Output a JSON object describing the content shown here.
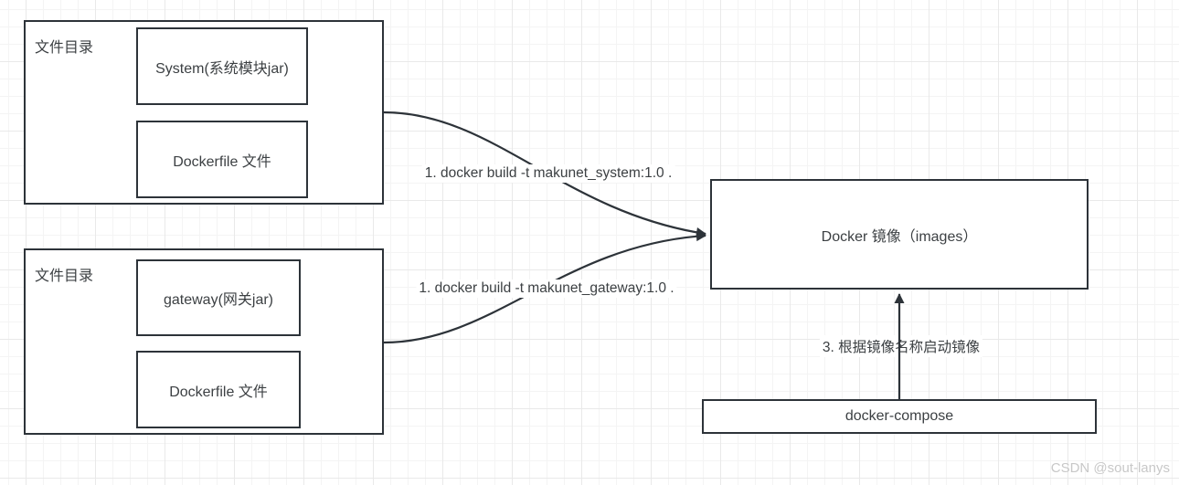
{
  "nodes": {
    "dir_top": {
      "label": "文件目录",
      "module": "System(系统模块jar)",
      "dockerfile": "Dockerfile 文件"
    },
    "dir_bottom": {
      "label": "文件目录",
      "module": "gateway(网关jar)",
      "dockerfile": "Dockerfile 文件"
    },
    "images": {
      "label": "Docker 镜像（images）"
    },
    "compose": {
      "label": "docker-compose"
    }
  },
  "edges": {
    "build_system": {
      "label": "1. docker build -t makunet_system:1.0 ."
    },
    "build_gateway": {
      "label": "1. docker build -t makunet_gateway:1.0 ."
    },
    "compose_start": {
      "label": "3. 根据镜像名称启动镜像"
    }
  },
  "watermark": {
    "text": "CSDN @sout-lanys"
  },
  "colors": {
    "stroke": "#2d3339",
    "text": "#3c4043",
    "grid_minor": "#f4f4f4",
    "grid_major": "#e9e9e9",
    "watermark": "#c8c8c8",
    "background": "#ffffff"
  }
}
